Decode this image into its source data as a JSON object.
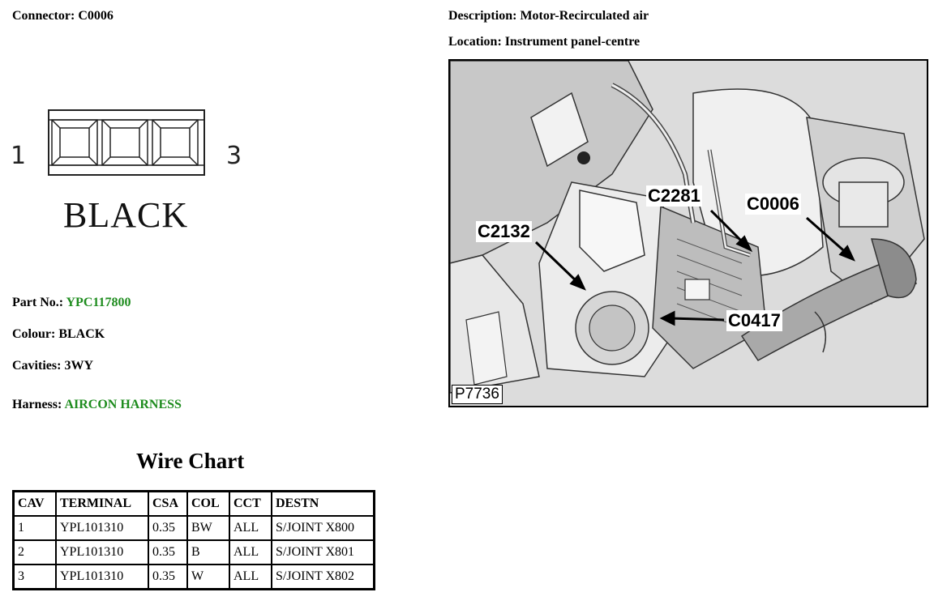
{
  "connector": {
    "label": "Connector:",
    "value": "C0006"
  },
  "description": {
    "label": "Description:",
    "value": "Motor-Recirculated air"
  },
  "location": {
    "label": "Location:",
    "value": "Instrument panel-centre"
  },
  "diagram": {
    "pin_first": "1",
    "pin_last": "3",
    "colour_text": "BLACK"
  },
  "part_no": {
    "label": "Part No.:",
    "value": "YPC117800"
  },
  "colour": {
    "label": "Colour:",
    "value": "BLACK"
  },
  "cavities": {
    "label": "Cavities:",
    "value": "3WY"
  },
  "harness": {
    "label": "Harness:",
    "value": "AIRCON HARNESS"
  },
  "wire_chart": {
    "title": "Wire Chart",
    "headers": [
      "CAV",
      "TERMINAL",
      "CSA",
      "COL",
      "CCT",
      "DESTN"
    ],
    "rows": [
      [
        "1",
        "YPL101310",
        "0.35",
        "BW",
        "ALL",
        "S/JOINT X800"
      ],
      [
        "2",
        "YPL101310",
        "0.35",
        "B",
        "ALL",
        "S/JOINT X801"
      ],
      [
        "3",
        "YPL101310",
        "0.35",
        "W",
        "ALL",
        "S/JOINT X802"
      ]
    ]
  },
  "photo": {
    "callouts": [
      "C2281",
      "C0006",
      "C2132",
      "C0417"
    ],
    "ref": "P7736"
  },
  "colors": {
    "green_value": "#1e8c1e"
  }
}
